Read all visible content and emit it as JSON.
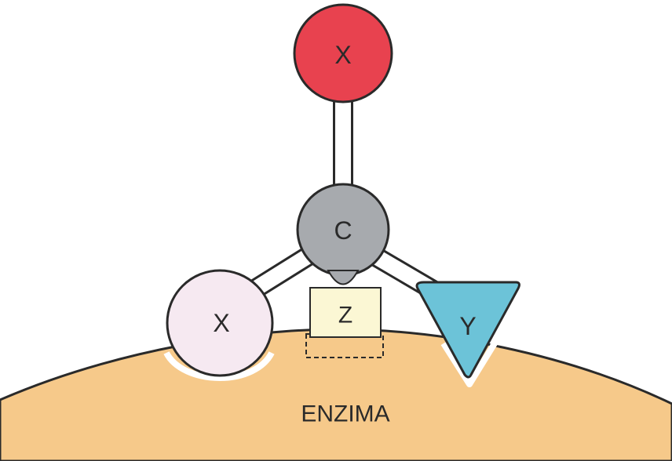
{
  "diagram": {
    "atoms": {
      "top_x": {
        "label": "X",
        "color": "#e8424f"
      },
      "center_c": {
        "label": "C",
        "color": "#a7aaae"
      },
      "left_x": {
        "label": "X",
        "color": "#f6e9f1"
      },
      "right_y": {
        "label": "Y",
        "color": "#6cc3d8"
      },
      "bottom_z": {
        "label": "Z",
        "color": "#fbf7d4"
      }
    },
    "enzyme": {
      "label": "ENZIMA",
      "color": "#f6c98a"
    }
  }
}
